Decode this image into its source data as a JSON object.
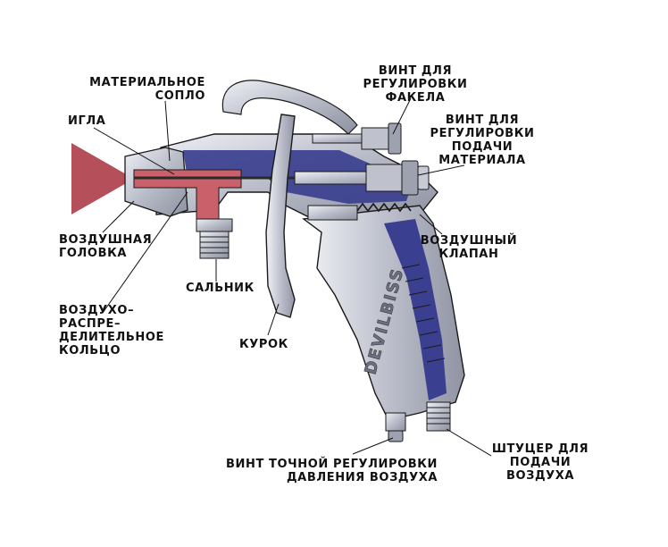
{
  "labels": {
    "material_nozzle": "МАТЕРИАЛЬНОЕ\nСОПЛО",
    "needle": "ИГЛА",
    "fan_screw": "ВИНТ ДЛЯ\nРЕГУЛИРОВКИ\nФАКЕЛА",
    "material_screw": "ВИНТ ДЛЯ\nРЕГУЛИРОВКИ\nПОДАЧИ\nМАТЕРИАЛА",
    "air_cap": "ВОЗДУШНАЯ\nГОЛОВКА",
    "packing": "САЛЬНИК",
    "air_valve": "ВОЗДУШНЫЙ\nКЛАПАН",
    "baffle_ring": "ВОЗДУХО–\nРАСПРЕ–\nДЕЛИТЕЛЬНОЕ\nКОЛЬЦО",
    "trigger": "КУРОК",
    "air_adjust_screw": "ВИНТ ТОЧНОЙ РЕГУЛИРОВКИ\nДАВЛЕНИЯ ВОЗДУХА",
    "air_inlet": "ШТУЦЕР ДЛЯ\nПОДАЧИ\nВОЗДУХА"
  },
  "brand": "DEVILBISS",
  "colors": {
    "spray": "#b5505a",
    "paint_passage": "#c9606a",
    "air_passage": "#3b3f8f",
    "metal": "#c9ccd6",
    "metal_dark": "#7b7f8c",
    "outline": "#1a1a1a"
  }
}
